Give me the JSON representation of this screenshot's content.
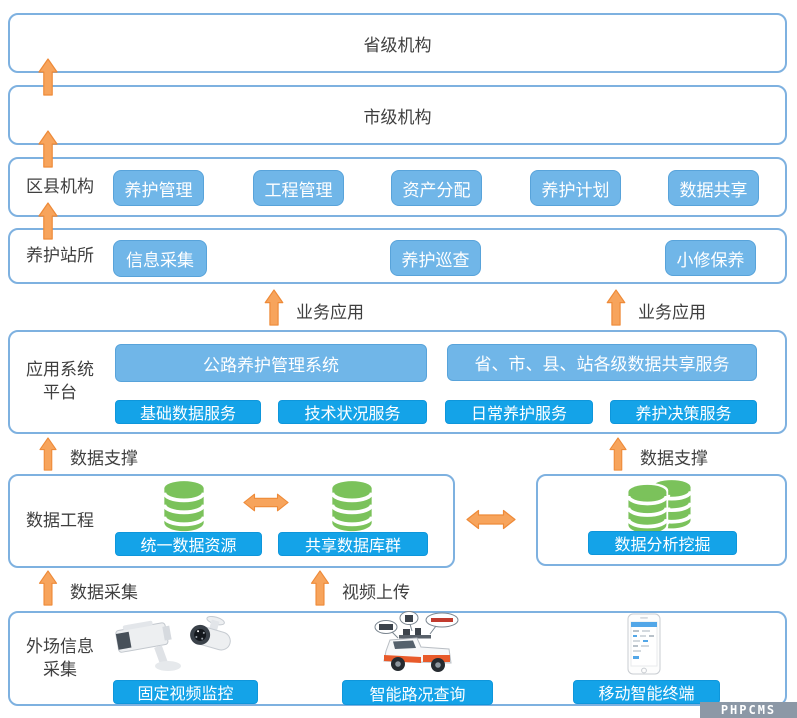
{
  "colors": {
    "frame_border": "#7EB1E0",
    "button_light_blue": "#70B6E8",
    "button_bright_blue": "#14A3E8",
    "arrow_orange": "#F7A45C",
    "arrow_orange_border": "#EE8A38",
    "database_green": "#7BC25B",
    "text_dark": "#3F3F3F",
    "watermark_bg": "#8C98A6"
  },
  "rows": {
    "provincial": {
      "title": "省级机构"
    },
    "city": {
      "title": "市级机构"
    },
    "district": {
      "label": "区县机构",
      "buttons": [
        "养护管理",
        "工程管理",
        "资产分配",
        "养护计划",
        "数据共享"
      ]
    },
    "station": {
      "label": "养护站所",
      "buttons": [
        "信息采集",
        "养护巡查",
        "小修保养"
      ]
    },
    "platform": {
      "label_line1": "应用系统",
      "label_line2": "平台",
      "systems": [
        "公路养护管理系统",
        "省、市、县、站各级数据共享服务"
      ],
      "services": [
        "基础数据服务",
        "技术状况服务",
        "日常养护服务",
        "养护决策服务"
      ]
    },
    "data_engineering": {
      "label": "数据工程",
      "left_buttons": [
        "统一数据资源",
        "共享数据库群"
      ],
      "right_button": "数据分析挖掘"
    },
    "field": {
      "label_line1": "外场信息",
      "label_line2": "采集",
      "buttons": [
        "固定视频监控",
        "智能路况查询",
        "移动智能终端"
      ]
    }
  },
  "arrows": {
    "business_left": "业务应用",
    "business_right": "业务应用",
    "support_left": "数据支撑",
    "support_right": "数据支撑",
    "collect": "数据采集",
    "video": "视频上传"
  },
  "watermark": "PHPCMS"
}
